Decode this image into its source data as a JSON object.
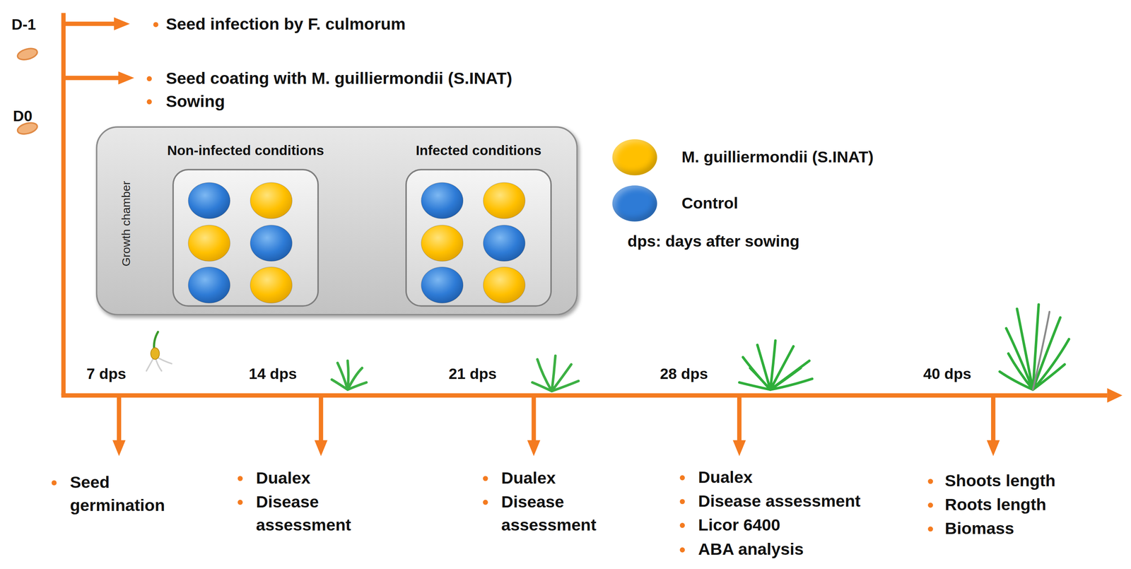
{
  "diagram": {
    "nodes": [
      {
        "text": [
          "Growth chamber"
        ]
      },
      {
        "text": [
          "Non-infected conditions"
        ],
        "in": 0
      },
      {
        "text": [
          "Infected conditions"
        ],
        "in": 0
      }
    ],
    "labels": [
      "D-1",
      "D0",
      "Seed infection by F. culmorum",
      "Seed coating with M. guilliermondii (S.INAT)",
      "Sowing",
      "dps: days after sowing",
      "7 dps",
      "14 dps",
      "21 dps",
      "28 dps",
      "40 dps",
      "Seed germination",
      "Dualex",
      "Disease assessment",
      "Dualex",
      "Disease assessment",
      "Dualex",
      "Disease assessment",
      "Licor 6400",
      "ABA analysis",
      "Shoots length",
      "Roots length",
      "Biomass"
    ],
    "legend": [
      {
        "text": "M. guilliermondii (S.INAT)",
        "color": "#FFC000"
      },
      {
        "text": "Control",
        "color": "#2E7BD6"
      }
    ]
  }
}
